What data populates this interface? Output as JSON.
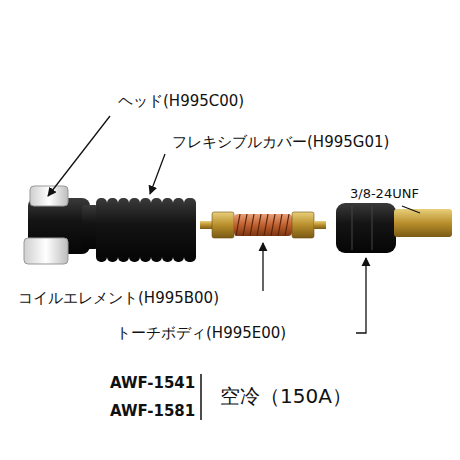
{
  "diagram": {
    "labels": [
      "ヘッド(H995C00)",
      "フレキシブルカバー(H995G01)",
      "3/8-24UNF",
      "コイルエレメント(H995B00)",
      "トーチボディ(H995E00)",
      "AWF-1541",
      "AWF-1581",
      "空冷（150A）"
    ]
  }
}
